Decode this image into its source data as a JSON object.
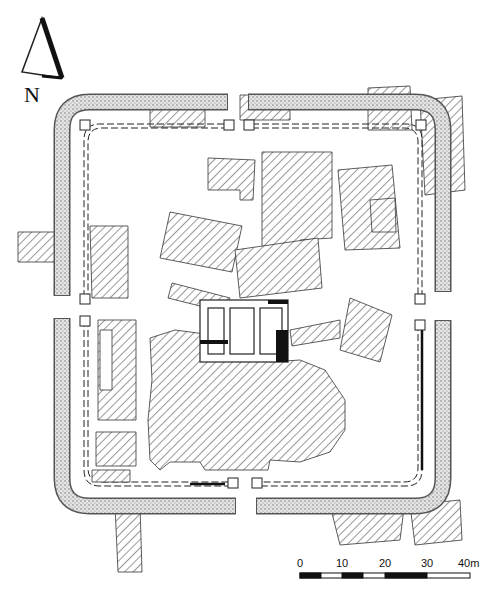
{
  "diagram": {
    "labels": [
      "N",
      "0",
      "10",
      "20",
      "30",
      "40m"
    ]
  }
}
